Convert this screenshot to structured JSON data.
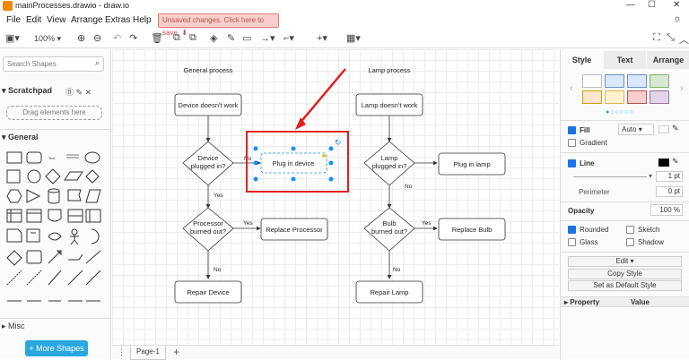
{
  "window": {
    "title": "mainProcesses.drawio - draw.io",
    "controls": [
      "—",
      "☐",
      "✕"
    ]
  },
  "menu": [
    "File",
    "Edit",
    "View",
    "Arrange",
    "Extras",
    "Help"
  ],
  "unsaved_banner": "Unsaved changes. Click here to save.",
  "toolbar": {
    "zoom": "100%"
  },
  "left_panel": {
    "search_placeholder": "Search Shapes",
    "scratchpad": "Scratchpad",
    "drag_hint": "Drag elements here",
    "general": "General",
    "misc": "Misc",
    "more_shapes": "+ More Shapes"
  },
  "diagram": {
    "general_process_label": "General process",
    "lamp_process_label": "Lamp process",
    "g_start": "Device doesn't work",
    "g_decision1": "Device plugged in?",
    "g_plug": "Plug in device",
    "g_decision2": "Processor burned out?",
    "g_replace": "Replace Processor",
    "g_repair": "Repair Device",
    "l_start": "Lamp doesn't work",
    "l_decision1": "Lamp plugged in?",
    "l_plug": "Plug in lamp",
    "l_decision2": "Bulb burned out?",
    "l_replace": "Replace Bulb",
    "l_repair": "Repair Lamp",
    "yes": "Yes",
    "no": "No"
  },
  "page_tab": "Page-1",
  "right_panel": {
    "tabs": [
      "Style",
      "Text",
      "Arrange"
    ],
    "fill": "Fill",
    "fill_value": "Auto",
    "gradient": "Gradient",
    "line": "Line",
    "line_width": "1 pt",
    "perimeter": "Perimeter",
    "perimeter_value": "0 pt",
    "opacity": "Opacity",
    "opacity_value": "100 %",
    "rounded": "Rounded",
    "sketch": "Sketch",
    "glass": "Glass",
    "shadow": "Shadow",
    "edit": "Edit",
    "copy_style": "Copy Style",
    "set_default": "Set as Default Style",
    "property": "Property",
    "value": "Value"
  },
  "colors": {
    "accent": "#29a8e0",
    "highlight": "#e02020",
    "selection": "#1a8cff"
  }
}
